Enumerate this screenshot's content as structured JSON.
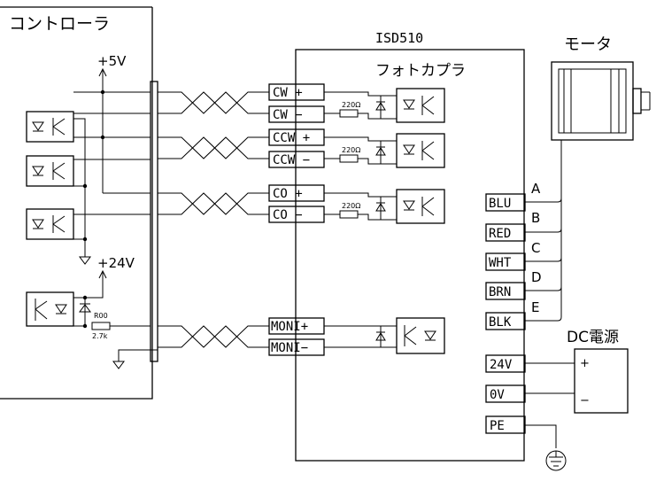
{
  "controller": {
    "title": "コントローラ",
    "v5": "+5V",
    "v24": "+24V",
    "resistor_name": "R00",
    "resistor_value": "2.7k"
  },
  "driver": {
    "title": "ISD510",
    "photocoupler": "フォトカプラ",
    "resistor_value": "220Ω"
  },
  "terminals": {
    "cw_plus": "CW +",
    "cw_minus": "CW −",
    "ccw_plus": "CCW +",
    "ccw_minus": "CCW −",
    "co_plus": "CO +",
    "co_minus": "CO −",
    "moni_plus": "MONI+",
    "moni_minus": "MONI−"
  },
  "motor": {
    "title": "モータ",
    "pins": [
      {
        "label": "BLU",
        "wire": "A"
      },
      {
        "label": "RED",
        "wire": "B"
      },
      {
        "label": "WHT",
        "wire": "C"
      },
      {
        "label": "BRN",
        "wire": "D"
      },
      {
        "label": "BLK",
        "wire": "E"
      }
    ]
  },
  "power": {
    "title": "DC電源",
    "plus": "+",
    "minus": "−",
    "v24": "24V",
    "v0": "0V",
    "pe": "PE"
  }
}
